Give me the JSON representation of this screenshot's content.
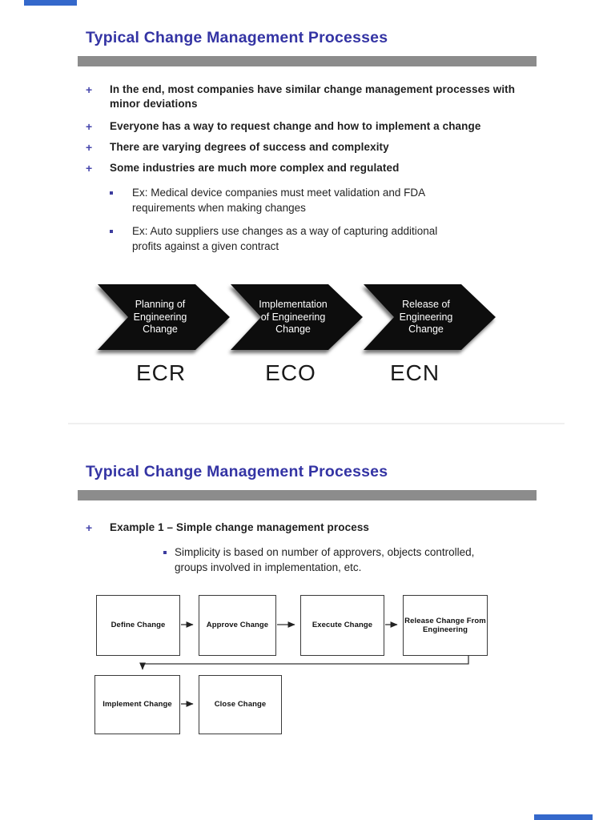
{
  "document": {
    "page_background": "#ffffff",
    "edge_marker_color": "#3468cb"
  },
  "slide1": {
    "title": "Typical Change Management Processes",
    "bullet_marker": "+",
    "bullets": [
      "In the end, most companies have similar change management processes with\nminor deviations",
      "Everyone has a way to request change and how to implement a change",
      "There are varying degrees of success and complexity",
      "Some industries are much more complex and regulated"
    ],
    "sub_bullets": [
      "Ex: Medical device companies must meet validation and FDA\nrequirements when making changes",
      "Ex: Auto suppliers use changes as a way of capturing additional\nprofits against a given contract"
    ],
    "chevrons": [
      {
        "label": "Planning of\nEngineering\nChange",
        "code": "ECR"
      },
      {
        "label": "Implementation\nof Engineering\nChange",
        "code": "ECO"
      },
      {
        "label": "Release of\nEngineering\nChange",
        "code": "ECN"
      }
    ]
  },
  "slide2": {
    "title": "Typical Change Management Processes",
    "bullet_marker": "+",
    "bullet": "Example 1 – Simple change management process",
    "sub_bullet": "Simplicity is based on number of approvers, objects controlled,\ngroups involved in implementation, etc.",
    "flowchart": {
      "define": "Define Change",
      "approve": "Approve Change",
      "execute": "Execute Change",
      "release": "Release Change From\nEngineering",
      "implement": "Implement Change",
      "close": "Close Change"
    }
  },
  "colors": {
    "title": "#3434a4",
    "title_bar": "#8c8c8c",
    "bullet_marker": "#4646ac",
    "body_text": "#1f1f1f",
    "chevron_fill": "#0d0d0d",
    "chevron_text": "#ffffff",
    "flowchart_border": "#3a3a3a",
    "connector": "#333333",
    "page_edge": "#3468cb"
  }
}
